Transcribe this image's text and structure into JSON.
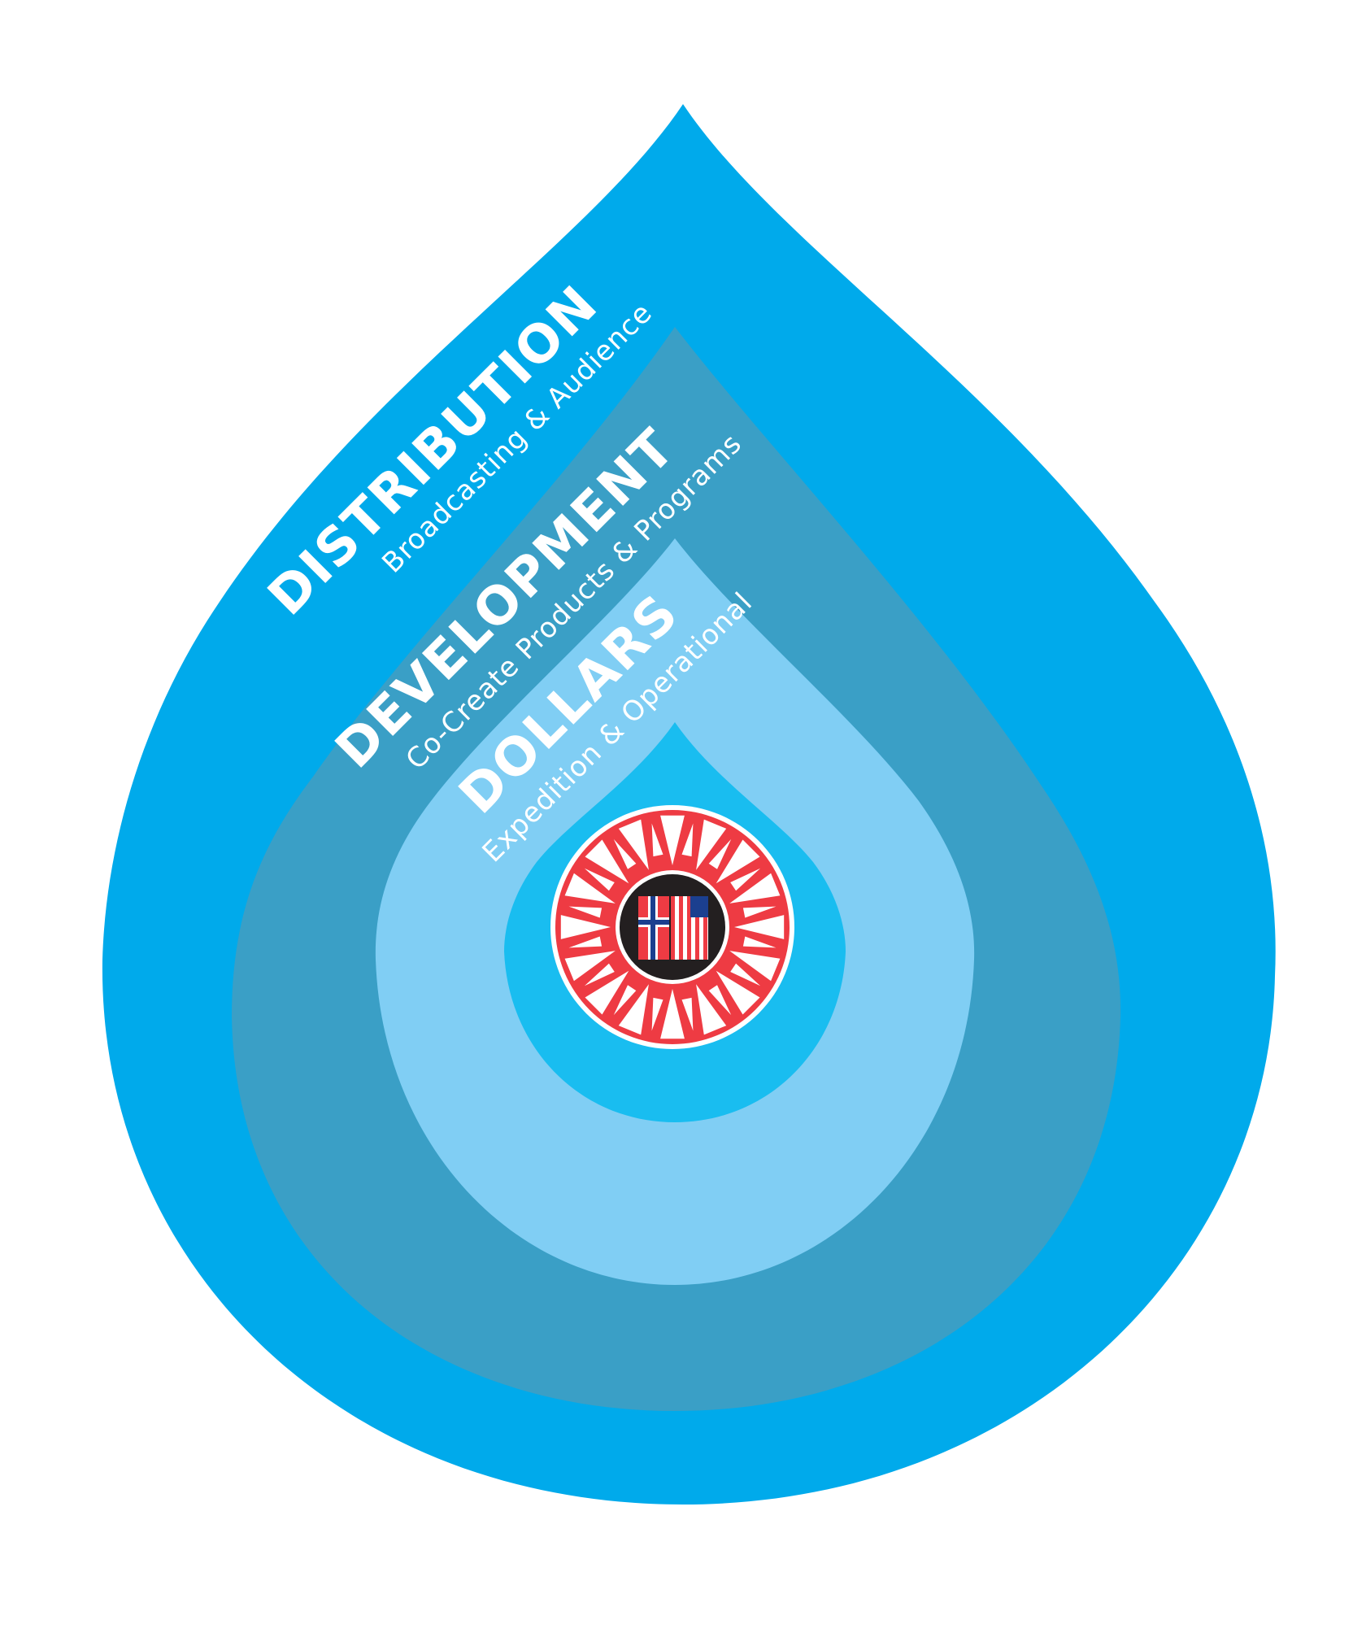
{
  "layers": [
    {
      "title": "DISTRIBUTION",
      "subtitle": "Broadcasting & Audience",
      "color": "#00aaeb"
    },
    {
      "title": "DEVELOPMENT",
      "subtitle": "Co-Create Products & Programs",
      "color": "#3a9fc6"
    },
    {
      "title": "DOLLARS",
      "subtitle": "Expedition & Operational",
      "color": "#80cef4"
    }
  ],
  "core": {
    "color": "#19bdf0"
  },
  "emblem": {
    "description": "compass-rose-flag-emblem",
    "ring_color": "#ee3b43",
    "center_color": "#231f20",
    "flags": [
      "norway-flag",
      "usa-flag"
    ]
  },
  "background": "#ffffff"
}
